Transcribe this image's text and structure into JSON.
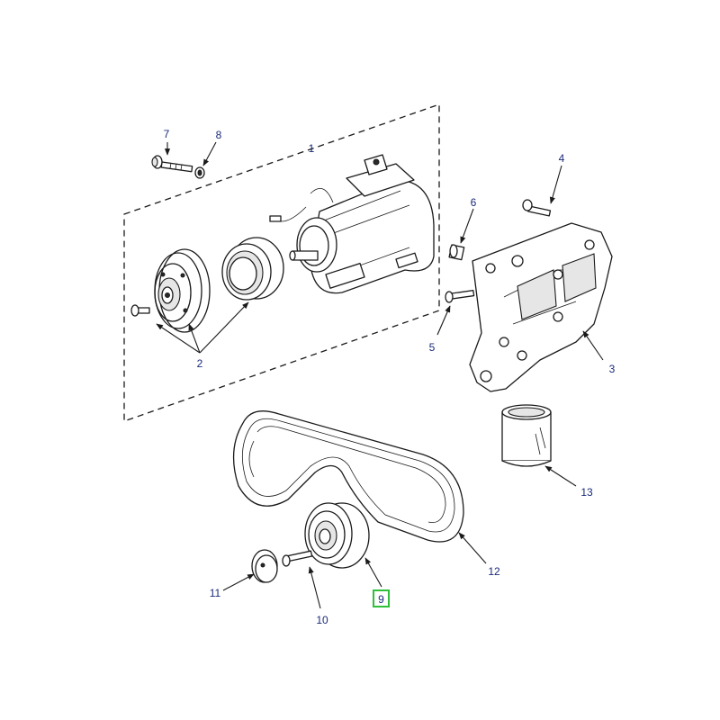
{
  "diagram": {
    "highlight_color": "#2fbf3a",
    "callout_color": "#1a2a7a",
    "callouts": {
      "c1": "1",
      "c2": "2",
      "c3": "3",
      "c4": "4",
      "c5": "5",
      "c6": "6",
      "c7": "7",
      "c8": "8",
      "c9": "9",
      "c10": "10",
      "c11": "11",
      "c12": "12",
      "c13": "13"
    },
    "selected_callout": "9"
  }
}
